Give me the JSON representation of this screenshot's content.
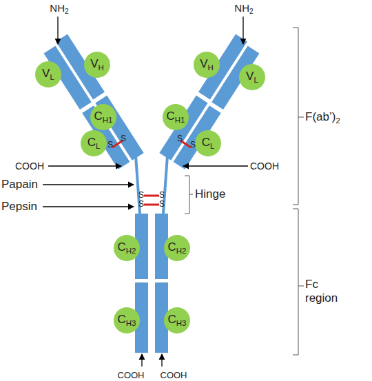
{
  "diagram": {
    "nodes": [
      {
        "text": [
          "VL"
        ]
      },
      {
        "text": [
          "VH"
        ]
      },
      {
        "text": [
          "VH"
        ]
      },
      {
        "text": [
          "VL"
        ]
      },
      {
        "text": [
          "CH1"
        ]
      },
      {
        "text": [
          "CH1"
        ]
      },
      {
        "text": [
          "CL"
        ]
      },
      {
        "text": [
          "CL"
        ]
      },
      {
        "text": [
          "CH2"
        ]
      },
      {
        "text": [
          "CH2"
        ]
      },
      {
        "text": [
          "CH3"
        ]
      },
      {
        "text": [
          "CH3"
        ]
      }
    ],
    "labels": [
      "NH2",
      "NH2",
      "COOH",
      "COOH",
      "Papain",
      "Pepsin",
      "Hinge",
      "F(ab’)2",
      "Fc region",
      "COOH",
      "COOH",
      "S",
      "S",
      "S",
      "S",
      "S",
      "S",
      "S",
      "S"
    ]
  }
}
